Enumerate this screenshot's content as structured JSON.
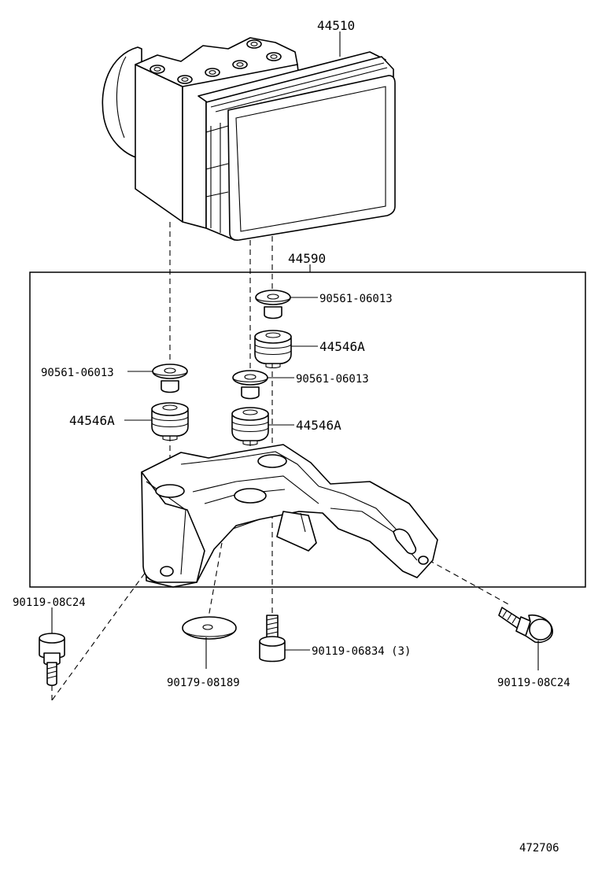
{
  "labels": {
    "abs_actuator": "44510",
    "bracket_assembly": "44590",
    "collar_top": "90561-06013",
    "collar_left": "90561-06013",
    "collar_center": "90561-06013",
    "cushion_top": "44546A",
    "cushion_left": "44546A",
    "cushion_center": "44546A",
    "bolt_left": "90119-08C24",
    "bolt_right": "90119-08C24",
    "washer": "90179-08189",
    "bolt_center": "90119-06834 (3)",
    "illustration_number": "472706"
  }
}
